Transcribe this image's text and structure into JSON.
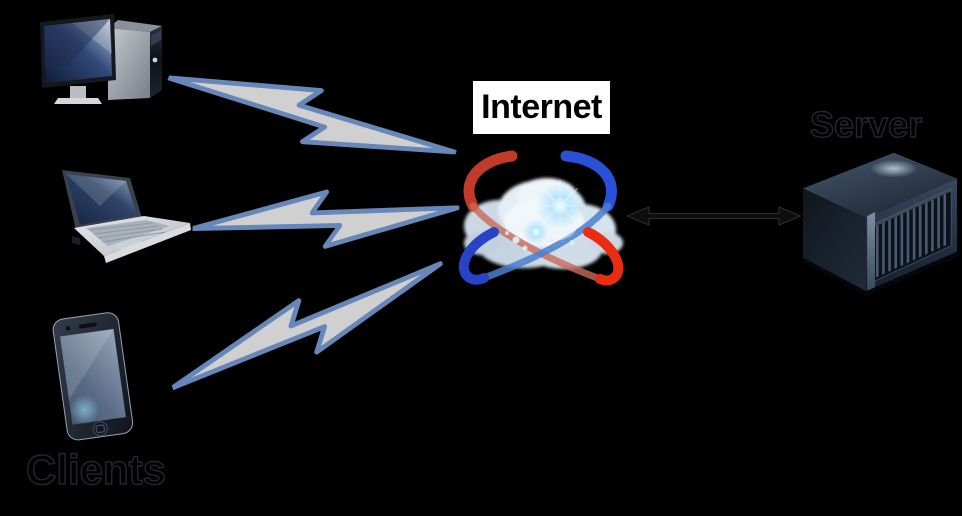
{
  "diagram": {
    "background_color": "#000000",
    "internet": {
      "label": "Internet",
      "label_bg": "#ffffff",
      "label_color": "#000000",
      "icon": "internet-cloud",
      "swirl_red": "#e92c12",
      "swirl_blue": "#2a50d8",
      "cloud_color": "#e4edf5"
    },
    "server": {
      "label": "Server",
      "label_color": "#000000",
      "icon": "rack-server"
    },
    "clients": {
      "label": "Clients",
      "label_color": "#000000",
      "devices": [
        {
          "icon": "desktop-computer-icon"
        },
        {
          "icon": "laptop-icon"
        },
        {
          "icon": "smartphone-icon"
        }
      ]
    },
    "connections": {
      "client_links": {
        "style": "lightning-bolt",
        "count": 3,
        "outline_color": "#6787b9",
        "fill_color": "#d0d0d0"
      },
      "server_link": {
        "style": "double-headed-arrow",
        "color": "#0e0e0e"
      }
    }
  }
}
